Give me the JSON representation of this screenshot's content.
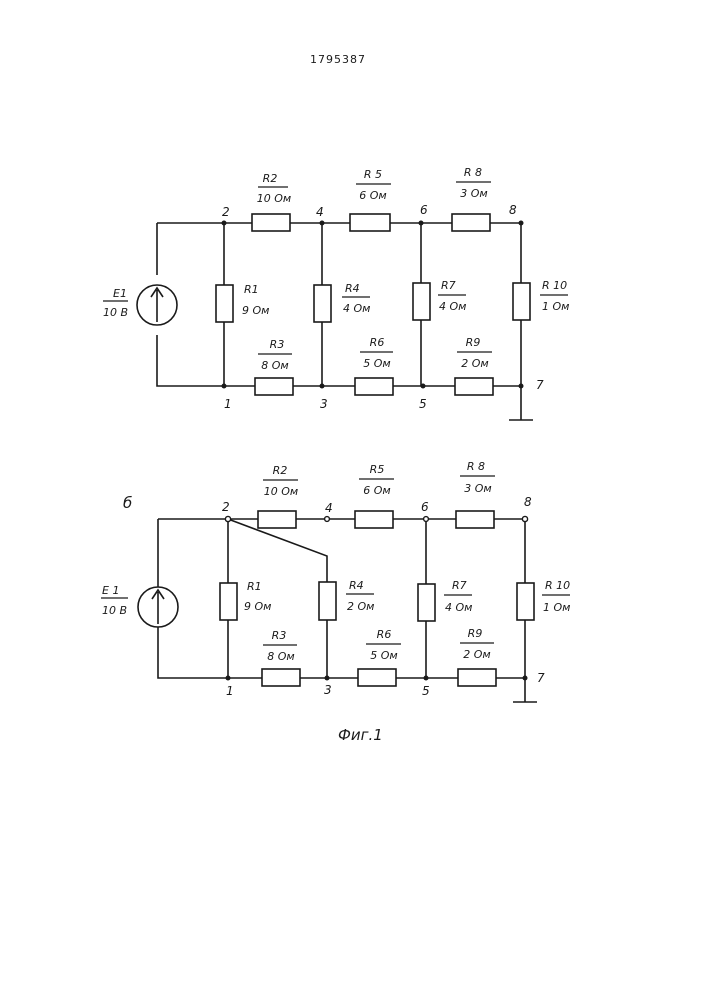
{
  "document_number": "1795387",
  "figure_caption": "Фиг.1",
  "circuit_a": {
    "source": {
      "name": "E1",
      "value": "10 B"
    },
    "resistors": {
      "R1": {
        "name": "R1",
        "value": "9 Ом"
      },
      "R2": {
        "name": "R2",
        "value": "10 Ом"
      },
      "R3": {
        "name": "R3",
        "value": "8 Ом"
      },
      "R4": {
        "name": "R4",
        "value": "4 Ом"
      },
      "R5": {
        "name": "R 5",
        "value": "6 Ом"
      },
      "R6": {
        "name": "R6",
        "value": "5 Ом"
      },
      "R7": {
        "name": "R7",
        "value": "4 Ом"
      },
      "R8": {
        "name": "R 8",
        "value": "3 Ом"
      },
      "R9": {
        "name": "R9",
        "value": "2 Ом"
      },
      "R10": {
        "name": "R 10",
        "value": "1 Ом"
      }
    },
    "nodes": {
      "n1": "1",
      "n2": "2",
      "n3": "3",
      "n4": "4",
      "n5": "5",
      "n6": "6",
      "n7": "7",
      "n8": "8"
    }
  },
  "circuit_b": {
    "label": "б",
    "source": {
      "name": "E 1",
      "value": "10 B"
    },
    "resistors": {
      "R1": {
        "name": "R1",
        "value": "9 Ом"
      },
      "R2": {
        "name": "R2",
        "value": "10 Ом"
      },
      "R3": {
        "name": "R3",
        "value": "8 Ом"
      },
      "R4": {
        "name": "R4",
        "value": "2 Ом"
      },
      "R5": {
        "name": "R5",
        "value": "6 Ом"
      },
      "R6": {
        "name": "R6",
        "value": "5 Ом"
      },
      "R7": {
        "name": "R7",
        "value": "4 Ом"
      },
      "R8": {
        "name": "R 8",
        "value": "3 Ом"
      },
      "R9": {
        "name": "R9",
        "value": "2 Ом"
      },
      "R10": {
        "name": "R 10",
        "value": "1 Ом"
      }
    },
    "nodes": {
      "n1": "1",
      "n2": "2",
      "n3": "3",
      "n4": "4",
      "n5": "5",
      "n6": "6",
      "n7": "7",
      "n8": "8"
    }
  }
}
